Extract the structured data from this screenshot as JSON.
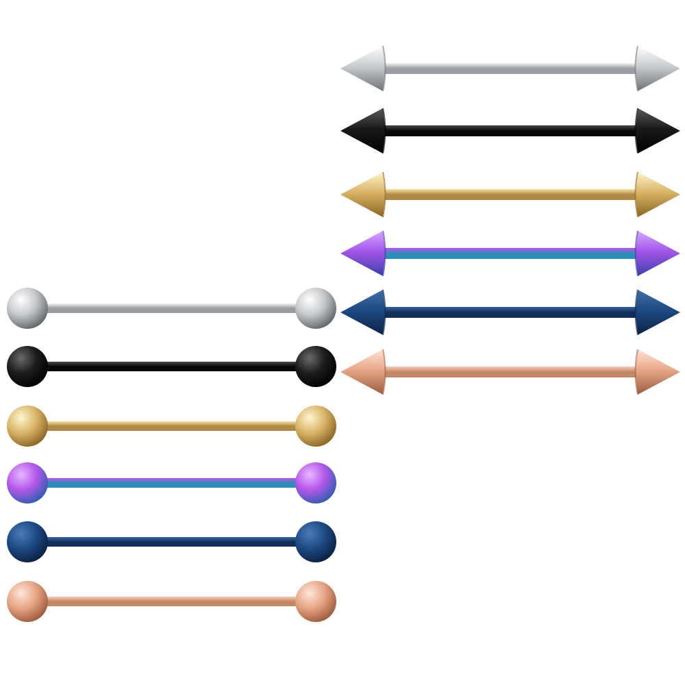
{
  "scene": {
    "background": "#ffffff",
    "spike_barbells": [
      {
        "finish": "silver",
        "light": "#ffffff",
        "base": "#c9ccce",
        "dark": "#6f7478",
        "bar_light": "#f4f4f4",
        "bar_dark": "#9a9ea2"
      },
      {
        "finish": "black",
        "light": "#5a5a5a",
        "base": "#1a1a1a",
        "dark": "#000000",
        "bar_light": "#4a4a4a",
        "bar_dark": "#080808"
      },
      {
        "finish": "gold",
        "light": "#fff4c8",
        "base": "#d8b467",
        "dark": "#8a6523",
        "bar_light": "#f7e3a8",
        "bar_dark": "#b08a44"
      },
      {
        "finish": "rainbow",
        "light": "#d9a6ff",
        "base": "#a356e8",
        "dark": "#3b3fa8",
        "bar_light": "#c24df0",
        "bar_dark": "#2d8fb8"
      },
      {
        "finish": "blue",
        "light": "#3f6ea8",
        "base": "#1e4a84",
        "dark": "#0c2244",
        "bar_light": "#3a66a0",
        "bar_dark": "#112e5a"
      },
      {
        "finish": "rose-gold",
        "light": "#ffe2d4",
        "base": "#e7a889",
        "dark": "#9c5c40",
        "bar_light": "#f5cdb8",
        "bar_dark": "#c58666"
      }
    ],
    "ball_barbells": [
      {
        "finish": "silver",
        "light": "#ffffff",
        "base": "#c4c7ca",
        "dark": "#5f6468",
        "bar_light": "#f4f4f4",
        "bar_dark": "#9a9ea2"
      },
      {
        "finish": "black",
        "light": "#6a6a6a",
        "base": "#1c1c1c",
        "dark": "#000000",
        "bar_light": "#4a4a4a",
        "bar_dark": "#080808"
      },
      {
        "finish": "gold",
        "light": "#fff6cf",
        "base": "#d9b468",
        "dark": "#8a6523",
        "bar_light": "#f7e3a8",
        "bar_dark": "#b08a44"
      },
      {
        "finish": "rainbow",
        "light": "#e8b8ff",
        "base": "#b457ea",
        "dark": "#2f5db0",
        "bar_light": "#c24df0",
        "bar_dark": "#2d8fb8"
      },
      {
        "finish": "blue",
        "light": "#4a7bb8",
        "base": "#1e4a84",
        "dark": "#0a1f40",
        "bar_light": "#3a66a0",
        "bar_dark": "#112e5a"
      },
      {
        "finish": "rose-gold",
        "light": "#ffe6d9",
        "base": "#e6a585",
        "dark": "#9c5a3c",
        "bar_light": "#f5cdb8",
        "bar_dark": "#c58666"
      }
    ]
  }
}
